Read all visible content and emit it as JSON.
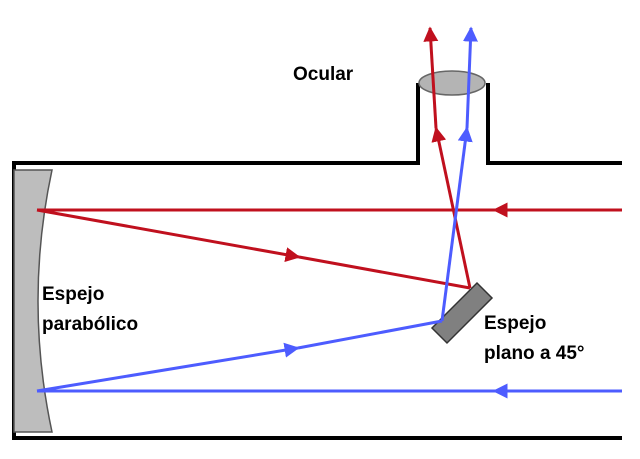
{
  "labels": {
    "eyepiece": "Ocular",
    "primary_mirror_line1": "Espejo",
    "primary_mirror_line2": "parabólico",
    "flat_mirror_line1": "Espejo",
    "flat_mirror_line2": "plano a 45°"
  },
  "colors": {
    "red_ray": "#c0101e",
    "blue_ray": "#4d5cff",
    "tube": "#000000",
    "mirror_fill": "#bdbdbd",
    "flat_mirror_fill": "#808080",
    "lens_fill": "#b4b4b4"
  }
}
